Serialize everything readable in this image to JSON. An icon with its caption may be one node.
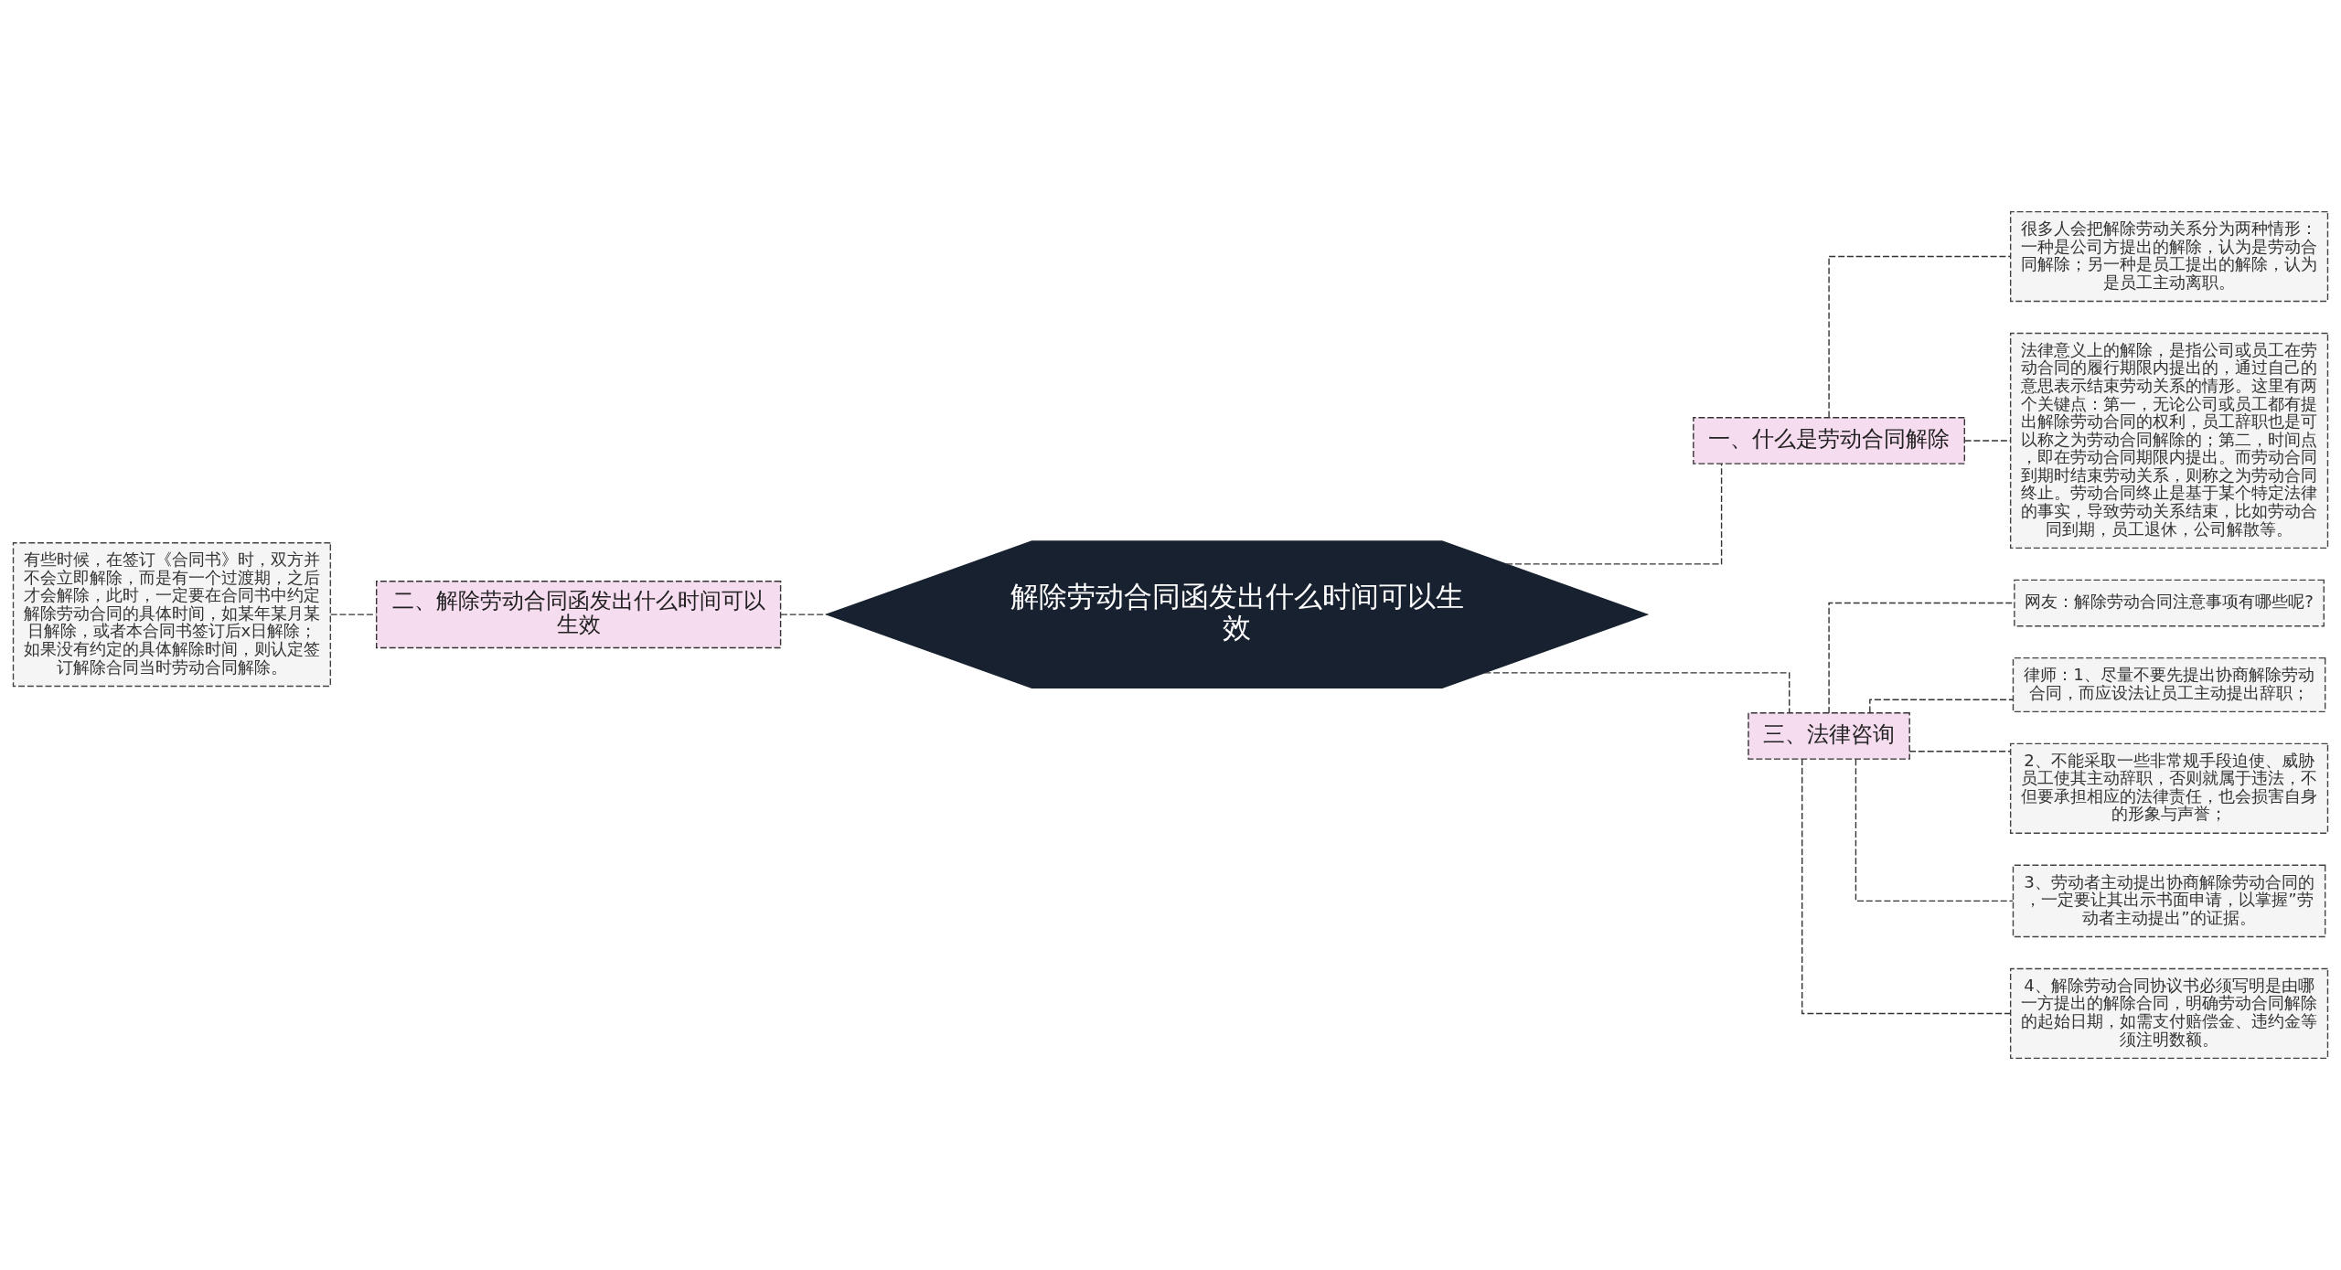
{
  "diagram": {
    "nodes": [
      {
        "text": [
          "解除劳动合同函发出什么时间可以生效"
        ]
      },
      {
        "text": [
          "一、什么是劳动合同解除"
        ]
      },
      {
        "text": [
          "很多人会把解除劳动关系分为两种情形：一种是公司方提出的解除，认为是劳动合同解除；另一种是员工提出的解除，认为是员工主动离职。"
        ]
      },
      {
        "text": [
          "法律意义上的解除，是指公司或员工在劳动合同的履行期限内提出的，通过自己的意思表示结束劳动关系的情形。这里有两个关键点：第一，无论公司或员工都有提出解除劳动合同的权利，员工辞职也是可以称之为劳动合同解除的；第二，时间点，即在劳动合同期限内提出。而劳动合同到期时结束劳动关系，则称之为劳动合同终止。劳动合同终止是基于某个特定法律的事实，导致劳动关系结束，比如劳动合同到期，员工退休，公司解散等。"
        ]
      },
      {
        "text": [
          "二、解除劳动合同函发出什么时间可以生效"
        ]
      },
      {
        "text": [
          "有些时候，在签订《合同书》时，双方并不会立即解除，而是有一个过渡期，之后才会解除，此时，一定要在合同书中约定解除劳动合同的具体时间，如某年某月某日解除，或者本合同书签订后x日解除；如果没有约定的具体解除时间，则认定签订解除合同当时劳动合同解除。"
        ]
      },
      {
        "text": [
          "三、法律咨询"
        ]
      },
      {
        "text": [
          "网友：解除劳动合同注意事项有哪些呢?"
        ]
      },
      {
        "text": [
          "律师：1、尽量不要先提出协商解除劳动合同，而应设法让员工主动提出辞职；"
        ]
      },
      {
        "text": [
          "2、不能采取一些非常规手段迫使、威胁员工使其主动辞职，否则就属于违法，不但要承担相应的法律责任，也会损害自身的形象与声誉；"
        ]
      },
      {
        "text": [
          "3、劳动者主动提出协商解除劳动合同的，一定要让其出示书面申请，以掌握”劳动者主动提出”的证据。"
        ]
      },
      {
        "text": [
          "4、解除劳动合同协议书必须写明是由哪一方提出的解除合同，明确劳动合同解除的起始日期，如需支付赔偿金、违约金等须注明数额。"
        ]
      }
    ],
    "edges": [
      {
        "from": 0,
        "to": 1,
        "arrow": "none",
        "style": "dashed"
      },
      {
        "from": 1,
        "to": 2,
        "arrow": "none",
        "style": "dashed"
      },
      {
        "from": 1,
        "to": 3,
        "arrow": "none",
        "style": "dashed"
      },
      {
        "from": 4,
        "to": 0,
        "arrow": "none",
        "style": "dashed"
      },
      {
        "from": 5,
        "to": 4,
        "arrow": "none",
        "style": "dashed"
      },
      {
        "from": 0,
        "to": 6,
        "arrow": "none",
        "style": "dashed"
      },
      {
        "from": 6,
        "to": 7,
        "arrow": "none",
        "style": "dashed"
      },
      {
        "from": 6,
        "to": 8,
        "arrow": "none",
        "style": "dashed"
      },
      {
        "from": 6,
        "to": 9,
        "arrow": "none",
        "style": "dashed"
      },
      {
        "from": 6,
        "to": 10,
        "arrow": "none",
        "style": "dashed"
      },
      {
        "from": 6,
        "to": 11,
        "arrow": "none",
        "style": "dashed"
      }
    ]
  }
}
